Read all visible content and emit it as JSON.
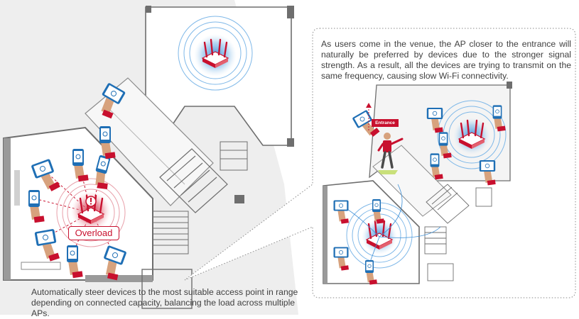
{
  "captions": {
    "bottom": "Automatically steer devices to the most suitable access point in range depending on connected capacity, balancing the load across multiple APs.",
    "callout": "As users come in the venue, the AP closer to the entrance will naturally be preferred by devices due to the stronger signal strength. As a result, all the devices are trying to transmit on the same frequency, causing slow Wi-Fi connectivity."
  },
  "labels": {
    "overload": "Overload",
    "entrance_sign": "Entrance"
  },
  "colors": {
    "accent_red": "#c8102e",
    "signal_blue": "#3d8fd6",
    "device_blue": "#1f6fb5",
    "wall_gray": "#6e6e6e",
    "panel_gray": "#e6e6e6",
    "hand_tan": "#d7a27d"
  }
}
